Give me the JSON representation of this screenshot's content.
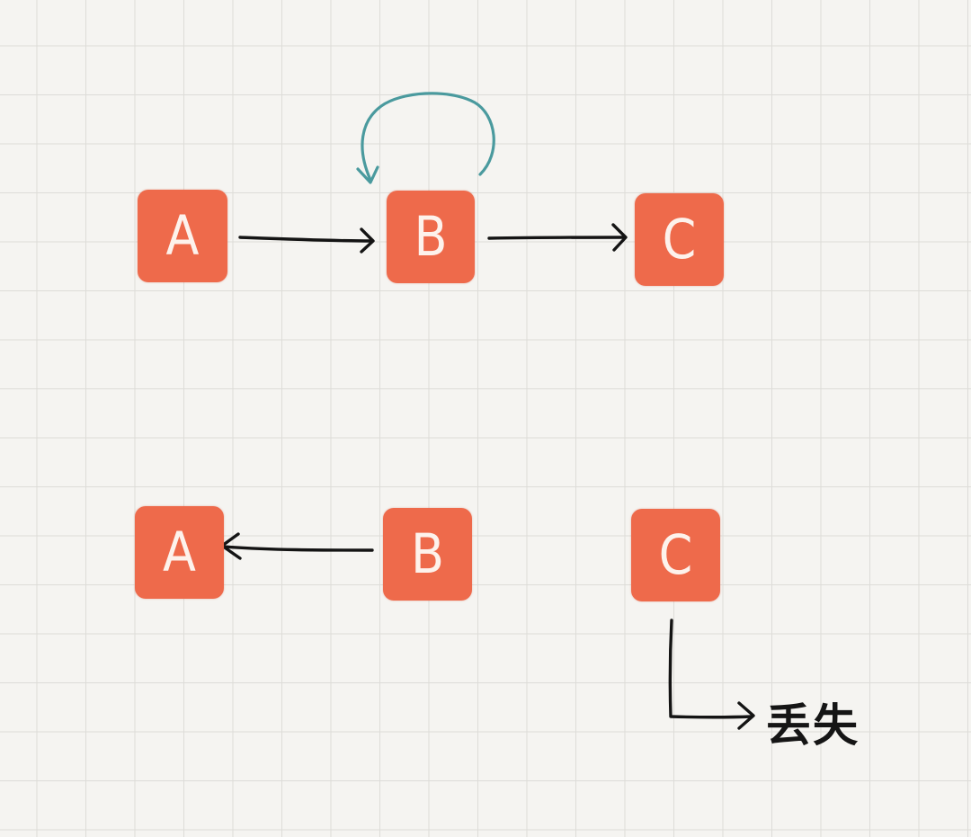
{
  "colors": {
    "node_fill": "#ee6a4b",
    "arrow": "#141414",
    "self_loop": "#4a9a9e",
    "grid_line": "#dddcd8",
    "background": "#f5f4f1"
  },
  "top_row": {
    "node_a": "A",
    "node_b": "B",
    "node_c": "C"
  },
  "bottom_row": {
    "node_a": "A",
    "node_b": "B",
    "node_c": "C"
  },
  "lost_label": "丢失"
}
